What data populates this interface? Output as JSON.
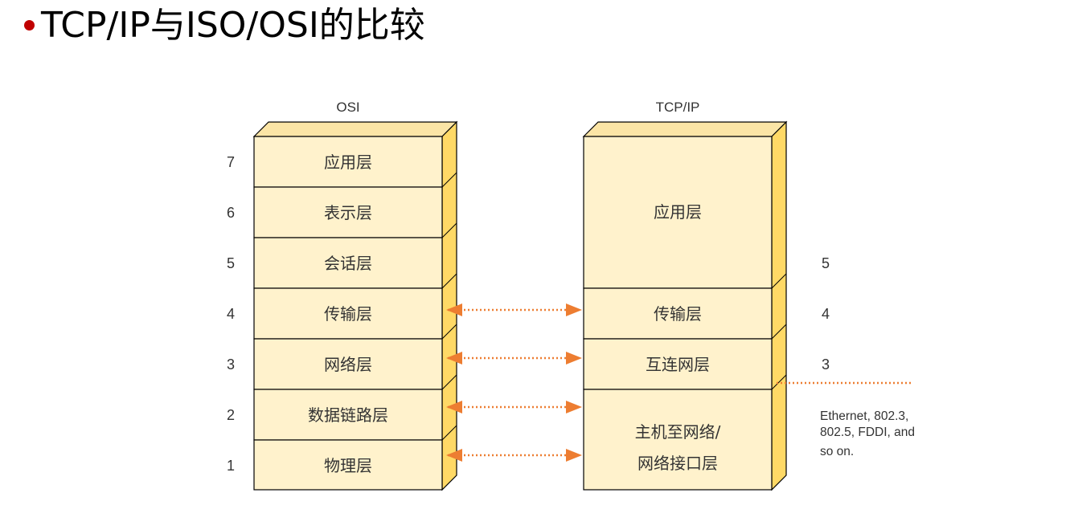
{
  "title": "TCP/IP与ISO/OSI的比较",
  "osi": {
    "header": "OSI",
    "layers": [
      {
        "num": "7",
        "label": "应用层"
      },
      {
        "num": "6",
        "label": "表示层"
      },
      {
        "num": "5",
        "label": "会话层"
      },
      {
        "num": "4",
        "label": "传输层"
      },
      {
        "num": "3",
        "label": "网络层"
      },
      {
        "num": "2",
        "label": "数据链路层"
      },
      {
        "num": "1",
        "label": "物理层"
      }
    ]
  },
  "tcpip": {
    "header": "TCP/IP",
    "layers": [
      {
        "num": "5",
        "label": "应用层"
      },
      {
        "num": "4",
        "label": "传输层"
      },
      {
        "num": "3",
        "label": "互连网层"
      },
      {
        "num": "",
        "label_lines": [
          "主机至网络/",
          "网络接口层"
        ]
      }
    ]
  },
  "note_lines": [
    "Ethernet, 802.3,",
    "802.5, FDDI, and",
    "so on."
  ],
  "colors": {
    "front_face": "#fff2cc",
    "side_face": "#ffd966",
    "top_face": "#fbe5a6",
    "outline": "#000000",
    "arrow": "#ed7d31",
    "bullet": "#c00000"
  }
}
